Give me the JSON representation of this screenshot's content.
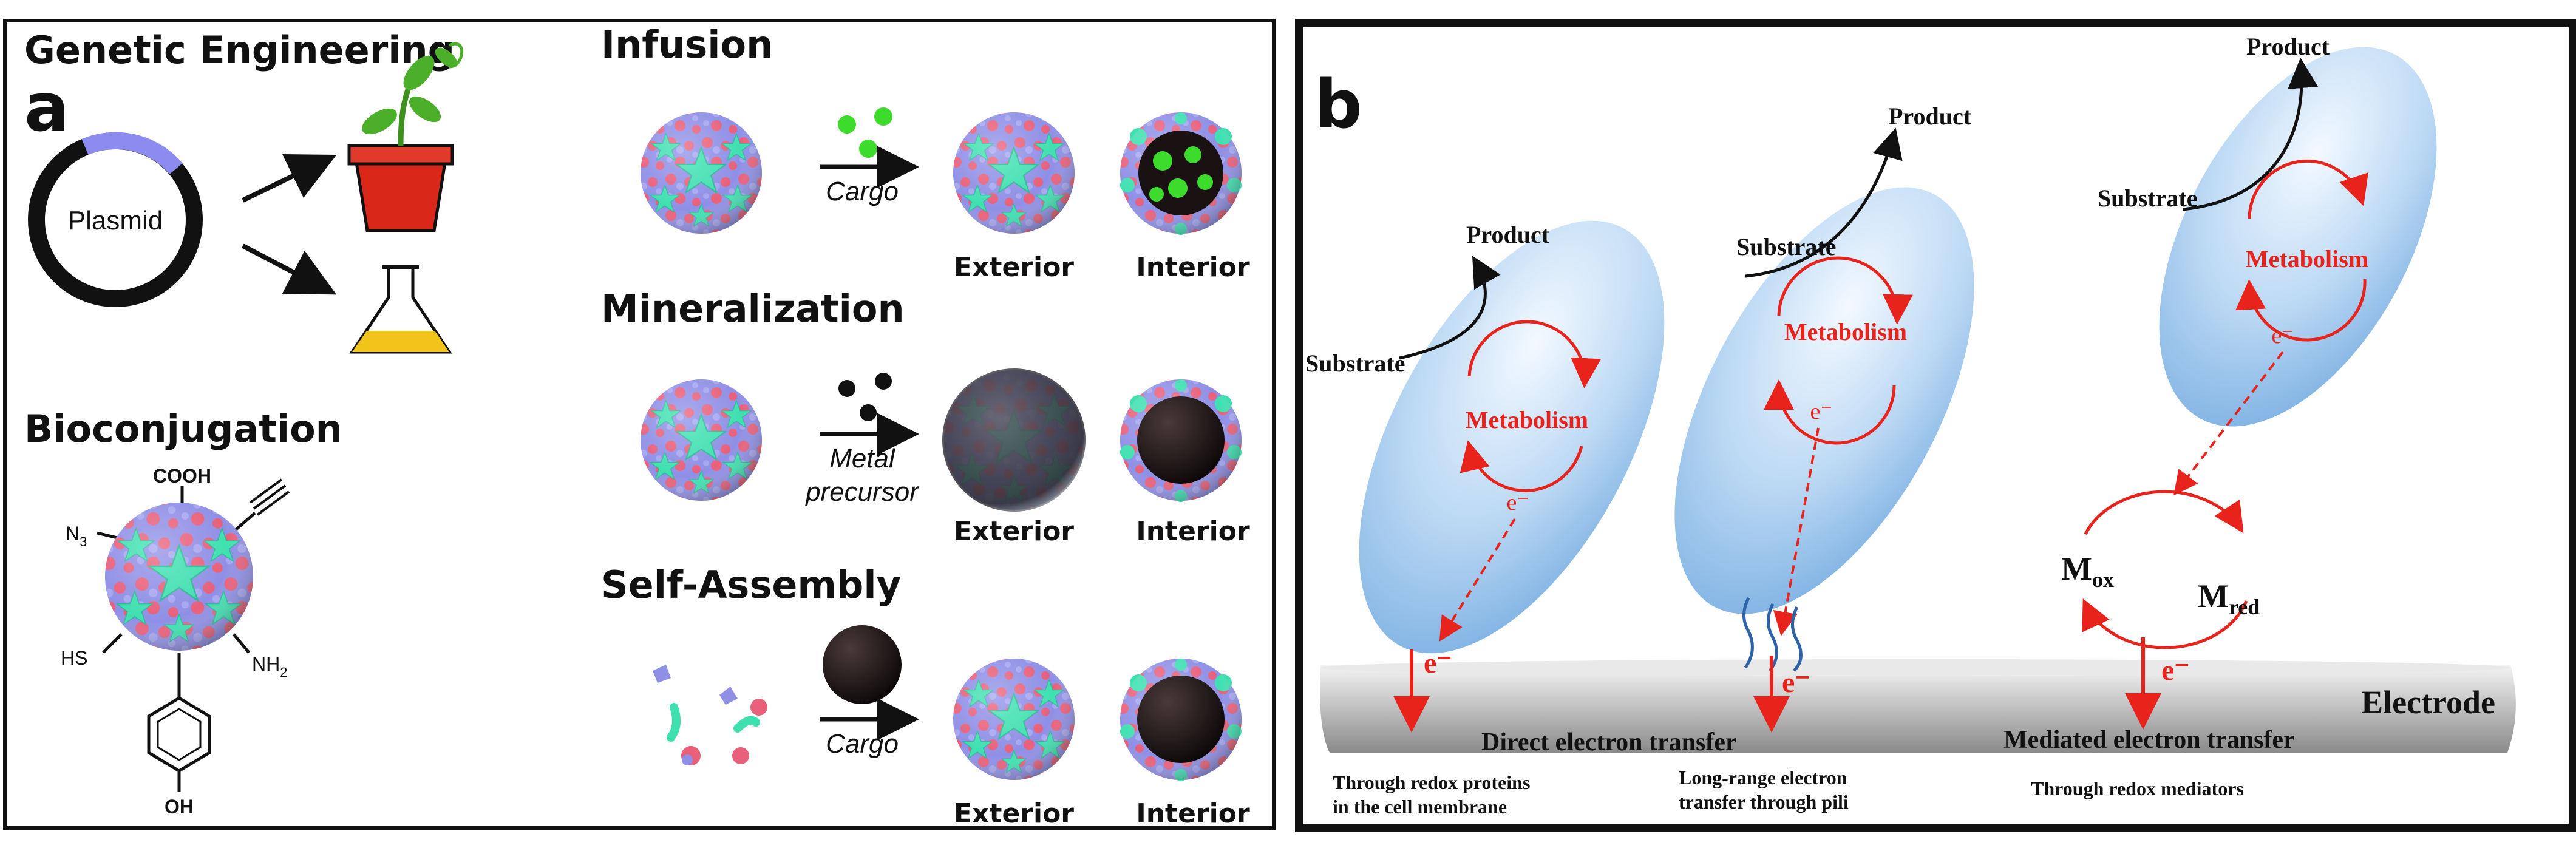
{
  "panel_a": {
    "letter": "a",
    "genetic_engineering": "Genetic Engineering",
    "plasmid": "Plasmid",
    "bioconjugation": "Bioconjugation",
    "groups": {
      "cooh": "COOH",
      "n3": "N",
      "n3_sub": "3",
      "sh": "HS",
      "nh2": "NH",
      "nh2_sub": "2",
      "oh": "OH"
    },
    "infusion": {
      "title": "Infusion",
      "arrow": "Cargo",
      "exterior": "Exterior",
      "interior": "Interior"
    },
    "mineralization": {
      "title": "Mineralization",
      "arrow_line1": "Metal",
      "arrow_line2": "precursor",
      "exterior": "Exterior",
      "interior": "Interior"
    },
    "self_assembly": {
      "title": "Self-Assembly",
      "arrow": "Cargo",
      "exterior": "Exterior",
      "interior": "Interior"
    }
  },
  "panel_b": {
    "letter": "b",
    "electrode": "Electrode",
    "cells": [
      {
        "product": "Product",
        "substrate": "Substrate",
        "metabolism": "Metabolism",
        "electron": "e⁻",
        "out_electron": "e⁻",
        "mode": "Direct electron transfer",
        "note_line1": "Through redox proteins",
        "note_line2": "in the cell membrane"
      },
      {
        "product": "Product",
        "substrate": "Substrate",
        "metabolism": "Metabolism",
        "electron": "e⁻",
        "out_electron": "e⁻",
        "note_line1": "Long-range electron",
        "note_line2": "transfer through pili"
      },
      {
        "product": "Product",
        "substrate": "Substrate",
        "metabolism": "Metabolism",
        "electron": "e⁻",
        "out_electron": "e⁻",
        "mode": "Mediated electron transfer",
        "note_line1": "Through redox mediators",
        "m_ox": "M",
        "m_ox_sub": "ox",
        "m_red": "M",
        "m_red_sub": "red"
      }
    ]
  },
  "colors": {
    "capsid_pink": "#e8607a",
    "capsid_blue": "#8f8fe6",
    "capsid_green": "#3fe0b0",
    "cell_blue": "#a9cdef",
    "electron_red": "#e8231c",
    "pot_red": "#d9281a",
    "plant_green": "#4caf2a",
    "liquid_yellow": "#f2c318",
    "plasmid_blue": "#8c8cf0"
  }
}
